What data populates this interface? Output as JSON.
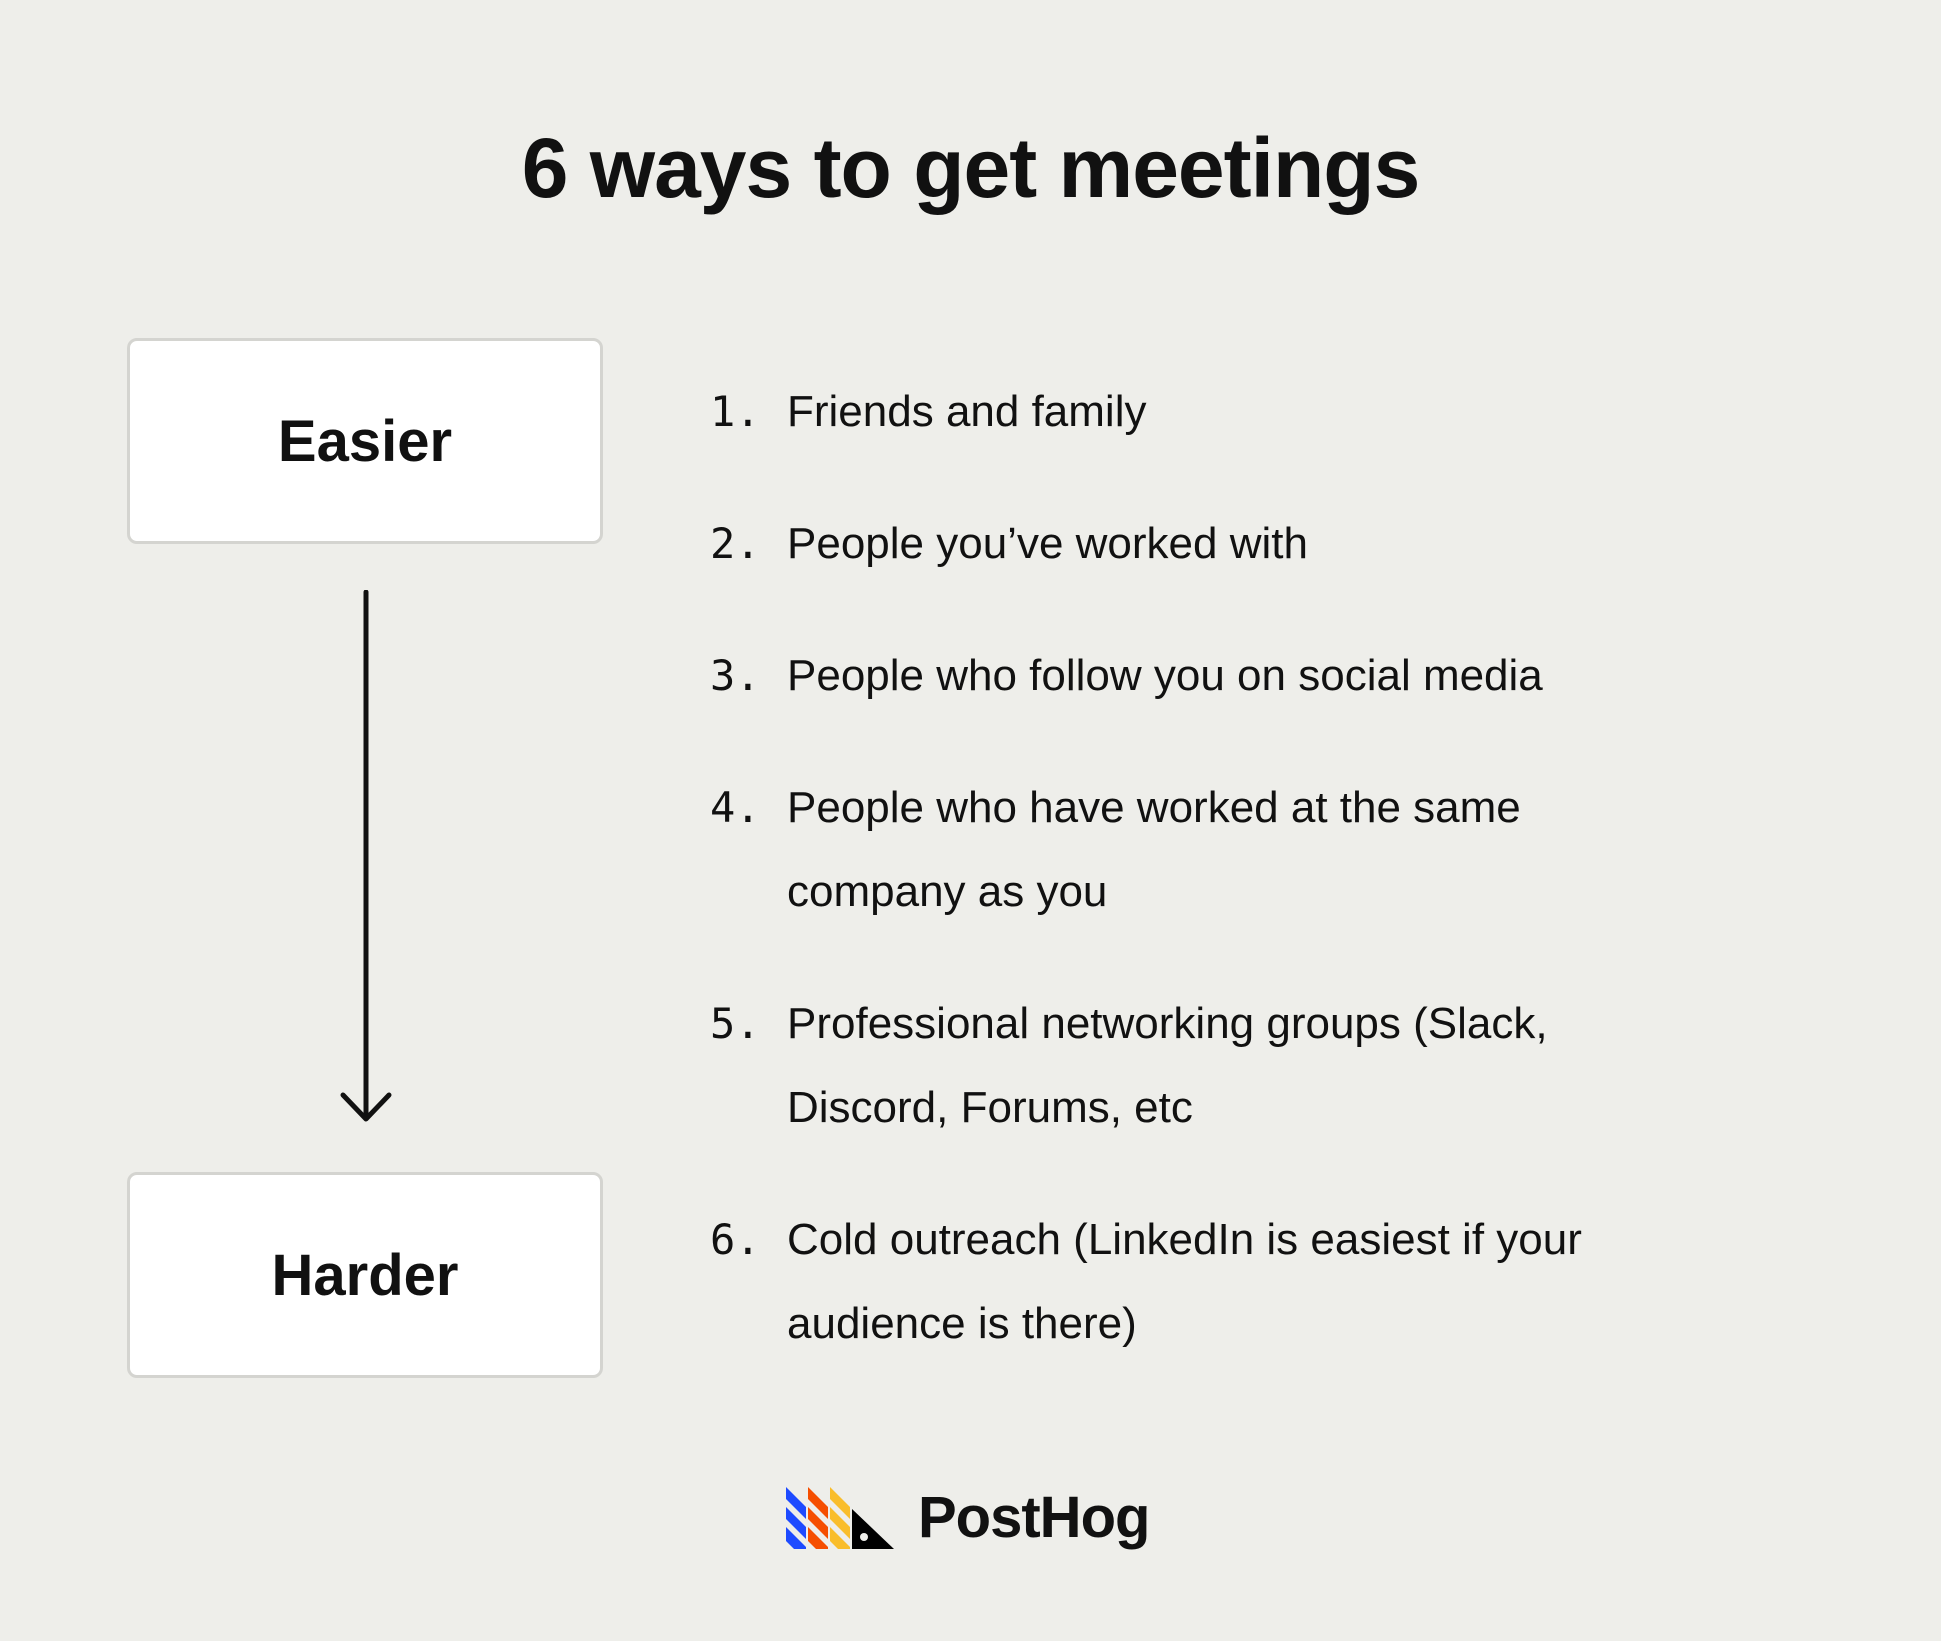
{
  "title": "6 ways to get meetings",
  "scale": {
    "top_label": "Easier",
    "bottom_label": "Harder"
  },
  "ways": [
    {
      "number": "1.",
      "text": "Friends and family"
    },
    {
      "number": "2.",
      "text": "People you’ve worked with"
    },
    {
      "number": "3.",
      "text": "People who follow you on social media"
    },
    {
      "number": "4.",
      "text": "People who have worked at the same company as you"
    },
    {
      "number": "5.",
      "text": "Professional networking groups (Slack, Discord, Forums, etc"
    },
    {
      "number": "6.",
      "text": "Cold outreach (LinkedIn is easiest if your audience is there)"
    }
  ],
  "brand": {
    "name": "PostHog",
    "colors": [
      "#1d4aff",
      "#f54e00",
      "#f9bd2b",
      "#000000"
    ]
  }
}
